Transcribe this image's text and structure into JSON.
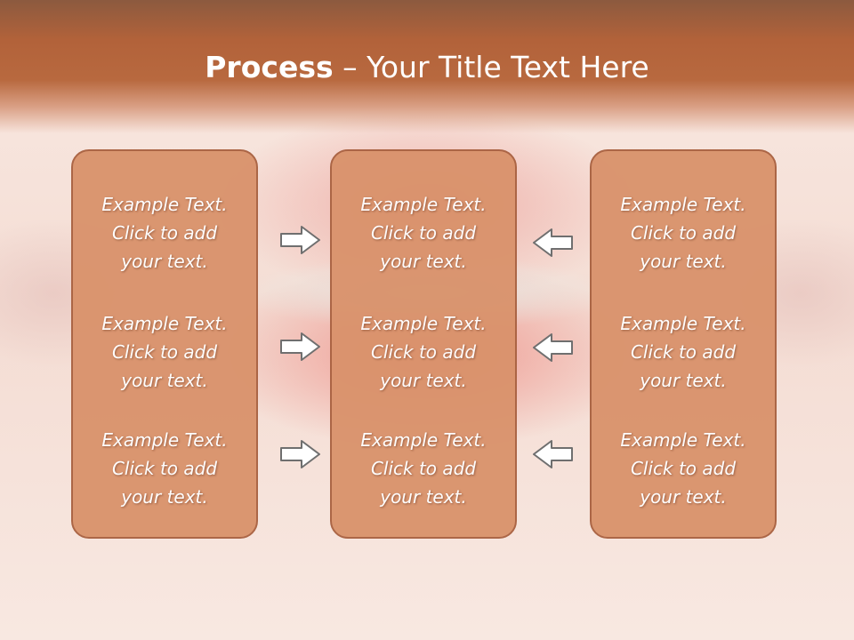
{
  "title": {
    "bold": "Process",
    "rest": " – Your Title Text Here"
  },
  "columns": [
    {
      "items": [
        {
          "line1": "Example Text.",
          "line2": "Click  to add",
          "line3": "your text."
        },
        {
          "line1": "Example Text.",
          "line2": "Click  to add",
          "line3": "your text."
        },
        {
          "line1": "Example Text.",
          "line2": "Click  to add",
          "line3": "your text."
        }
      ]
    },
    {
      "items": [
        {
          "line1": "Example Text.",
          "line2": "Click  to add",
          "line3": "your text."
        },
        {
          "line1": "Example Text.",
          "line2": "Click  to add",
          "line3": "your text."
        },
        {
          "line1": "Example Text.",
          "line2": "Click  to add",
          "line3": "your text."
        }
      ]
    },
    {
      "items": [
        {
          "line1": "Example Text.",
          "line2": "Click  to add",
          "line3": "your text."
        },
        {
          "line1": "Example Text.",
          "line2": "Click  to add",
          "line3": "your text."
        },
        {
          "line1": "Example Text.",
          "line2": "Click  to add",
          "line3": "your text."
        }
      ]
    }
  ],
  "icons": {
    "left_arrows": "right-arrow-icon",
    "right_arrows": "left-arrow-icon"
  },
  "colors": {
    "header": "#b2623a",
    "panel": "#d9926b",
    "panel_border": "#a8603f",
    "text": "#ffffff"
  }
}
